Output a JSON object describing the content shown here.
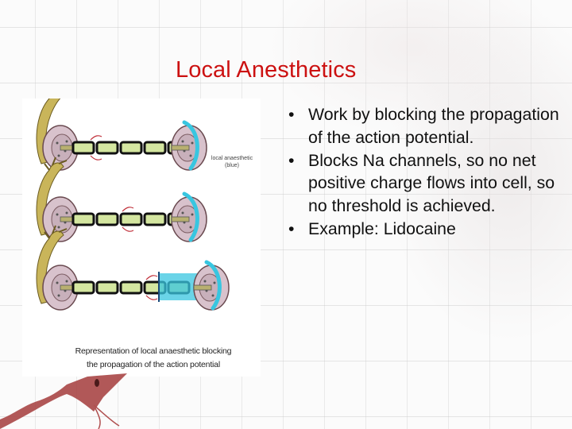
{
  "slide": {
    "title": "Local Anesthetics",
    "title_color": "#cc1111",
    "bullets": [
      "Work by blocking the propagation of the action potential.",
      "Blocks Na channels, so no net positive charge flows into cell, so no threshold is achieved.",
      "Example:  Lidocaine"
    ],
    "figure": {
      "label": "local anaesthetic",
      "label_sub": "(blue)",
      "caption_line1": "Representation of local anaesthetic blocking",
      "caption_line2": "the propagation of the action potential",
      "anesthetic_color": "#38c6e0",
      "axon_color": "#d4e6a0",
      "arrow_color": "#c0303a"
    }
  }
}
